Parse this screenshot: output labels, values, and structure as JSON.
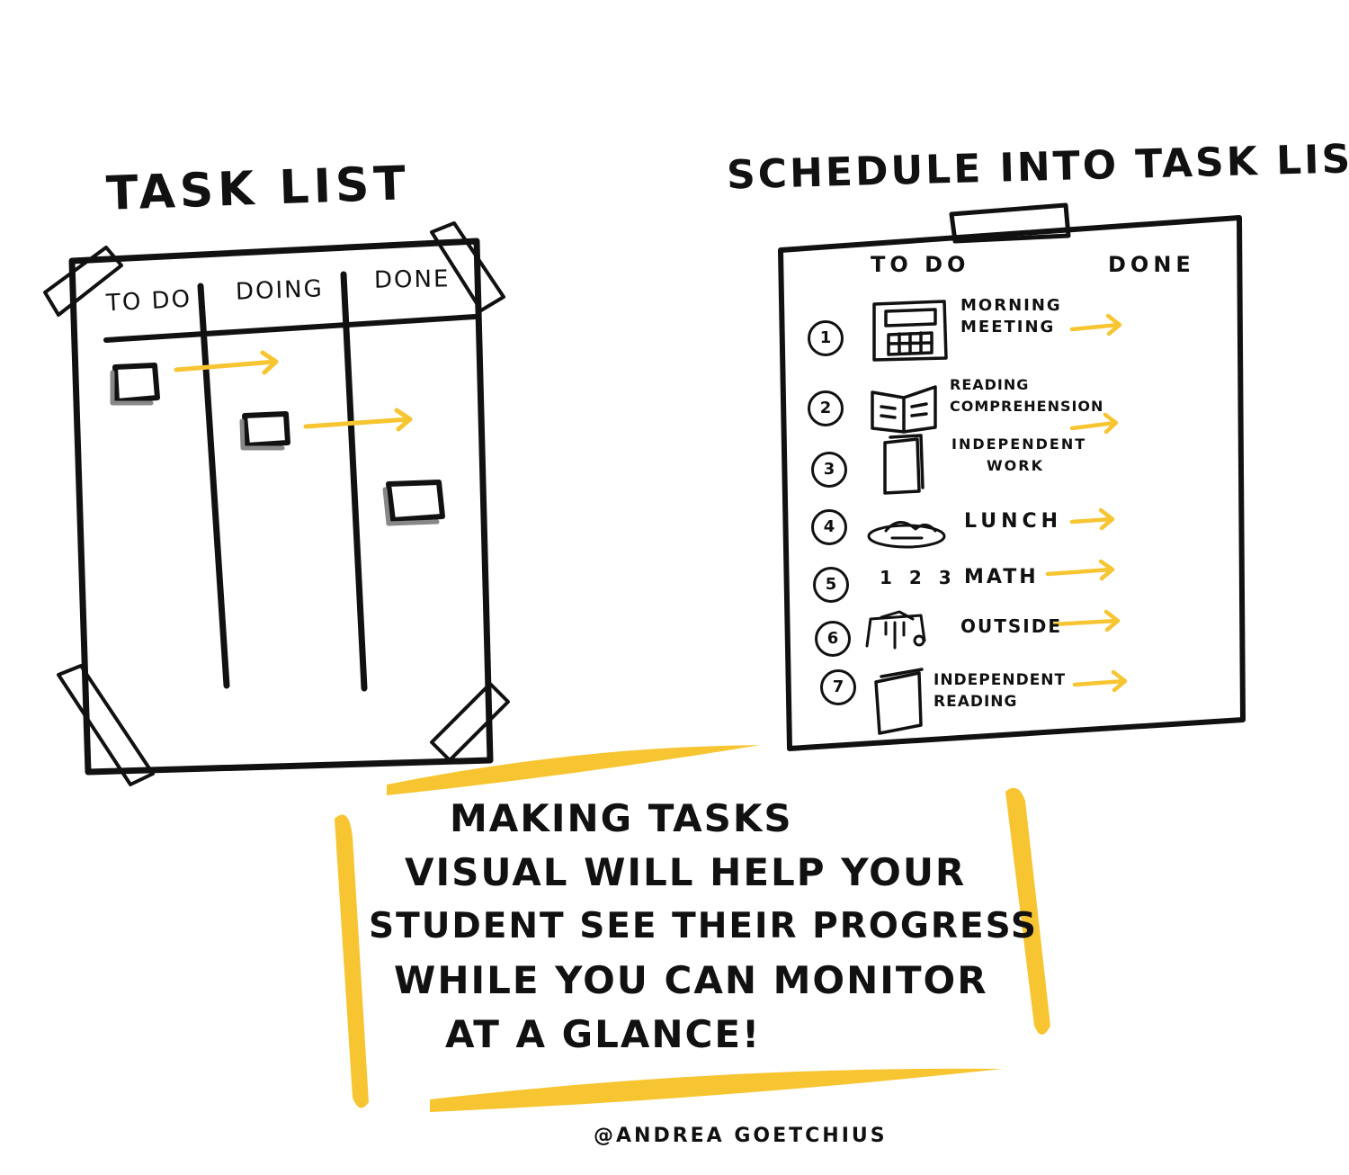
{
  "task_list": {
    "title": "TASK LIST",
    "columns": [
      "TO DO",
      "DOING",
      "DONE"
    ]
  },
  "schedule": {
    "title": "SCHEDULE INTO TASK LIST",
    "columns": [
      "TO DO",
      "DONE"
    ],
    "items": [
      {
        "number": "1",
        "label": "MORNING MEETING",
        "icon": "calendar-icon"
      },
      {
        "number": "2",
        "label": "READING COMPREHENSION",
        "icon": "open-book-icon"
      },
      {
        "number": "3",
        "label": "INDEPENDENT WORK",
        "icon": "notebook-icon"
      },
      {
        "number": "4",
        "label": "LUNCH",
        "icon": "lunch-plate-icon"
      },
      {
        "number": "5",
        "label": "MATH",
        "icon": "numbers-icon",
        "icon_text": "1 2 3"
      },
      {
        "number": "6",
        "label": "OUTSIDE",
        "icon": "playground-icon"
      },
      {
        "number": "7",
        "label": "INDEPENDENT READING",
        "icon": "closed-book-icon"
      }
    ]
  },
  "message": {
    "lines": [
      "MAKING TASKS",
      "VISUAL WILL HELP YOUR",
      "STUDENT SEE THEIR PROGRESS",
      "WHILE YOU CAN MONITOR",
      "AT A GLANCE!"
    ]
  },
  "credit": "@ANDREA GOETCHIUS",
  "colors": {
    "ink": "#111111",
    "accent": "#f7c531"
  }
}
